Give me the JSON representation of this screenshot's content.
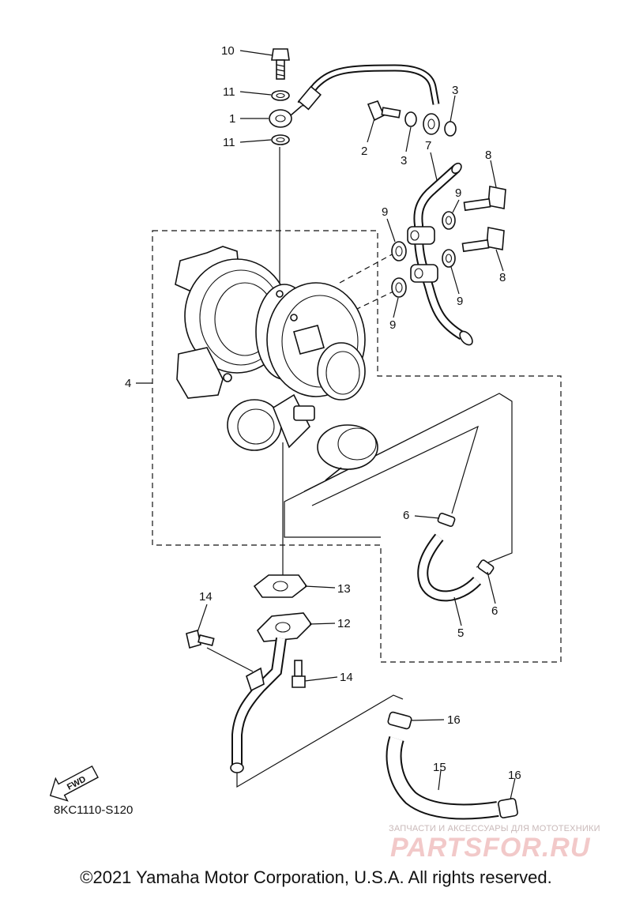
{
  "diagram": {
    "diagram_code": "8KC1110-S120",
    "fwd_label": "FWD",
    "callouts": [
      {
        "id": "c10",
        "label": "10"
      },
      {
        "id": "c11a",
        "label": "11"
      },
      {
        "id": "c1",
        "label": "1"
      },
      {
        "id": "c11b",
        "label": "11"
      },
      {
        "id": "c3a",
        "label": "3"
      },
      {
        "id": "c2",
        "label": "2"
      },
      {
        "id": "c3b",
        "label": "3"
      },
      {
        "id": "c7",
        "label": "7"
      },
      {
        "id": "c8a",
        "label": "8"
      },
      {
        "id": "c9a",
        "label": "9"
      },
      {
        "id": "c9b",
        "label": "9"
      },
      {
        "id": "c8b",
        "label": "8"
      },
      {
        "id": "c9c",
        "label": "9"
      },
      {
        "id": "c9d",
        "label": "9"
      },
      {
        "id": "c4",
        "label": "4"
      },
      {
        "id": "c6a",
        "label": "6"
      },
      {
        "id": "c6b",
        "label": "6"
      },
      {
        "id": "c5",
        "label": "5"
      },
      {
        "id": "c13",
        "label": "13"
      },
      {
        "id": "c14a",
        "label": "14"
      },
      {
        "id": "c12",
        "label": "12"
      },
      {
        "id": "c14b",
        "label": "14"
      },
      {
        "id": "c16a",
        "label": "16"
      },
      {
        "id": "c15",
        "label": "15"
      },
      {
        "id": "c16b",
        "label": "16"
      }
    ]
  },
  "footer": {
    "copyright": "©2021 Yamaha Motor Corporation, U.S.A. All rights reserved."
  },
  "watermark": {
    "tagline": "ЗАПЧАСТИ И АКСЕССУАРЫ ДЛЯ МОТОТЕХНИКИ",
    "brand": "PARTSFOR.RU"
  }
}
